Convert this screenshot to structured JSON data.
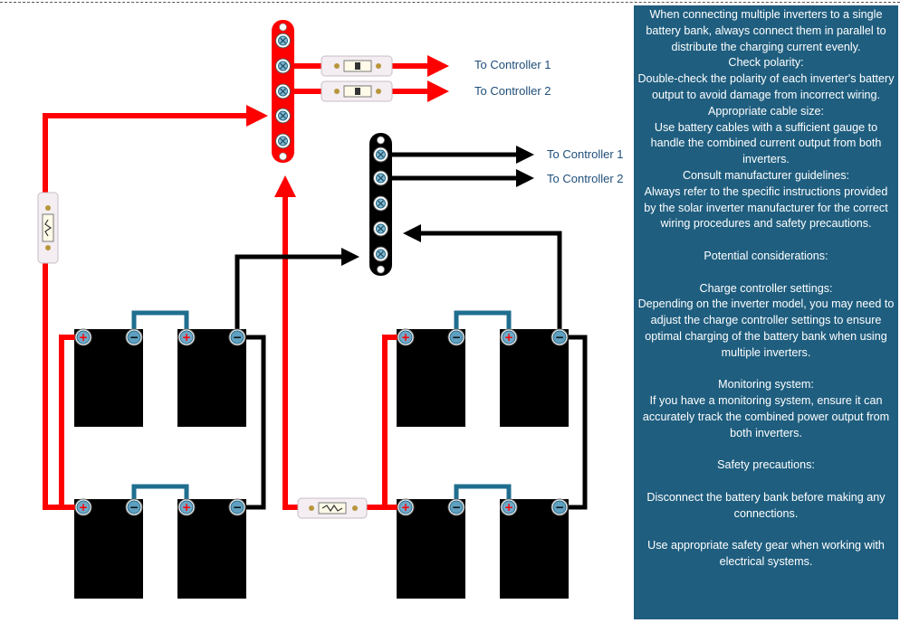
{
  "colors": {
    "positive_wire": "#ff0000",
    "negative_wire": "#000000",
    "jumper_wire": "#1f6e8f",
    "battery": "#000000",
    "panel_background": "#1f5e7f",
    "label_text": "#1f4e79"
  },
  "labels": {
    "pos_controller_1": "To Controller 1",
    "pos_controller_2": "To Controller 2",
    "neg_controller_1": "To Controller 1",
    "neg_controller_2": "To Controller 2"
  },
  "info": {
    "intro": "When connecting multiple inverters to a single battery bank, always connect them in parallel to distribute the charging current evenly.",
    "polarity_title": "Check polarity:",
    "polarity_text": "Double-check the polarity of each inverter's battery output to avoid damage from incorrect wiring.",
    "cable_title": "Appropriate cable size:",
    "cable_text": "Use battery cables with a sufficient gauge to handle the combined current output from both inverters.",
    "guidelines_title": "Consult manufacturer guidelines:",
    "guidelines_text": "Always refer to the specific instructions provided by the solar inverter manufacturer for the correct wiring procedures and safety precautions.",
    "considerations_title": "Potential considerations:",
    "charge_title": "Charge controller settings:",
    "charge_text": "Depending on the inverter model, you may need to adjust the charge controller settings to ensure optimal charging of the battery bank when using multiple inverters.",
    "monitoring_title": "Monitoring system:",
    "monitoring_text": "If you have a monitoring system, ensure it can accurately track the combined power output from both inverters.",
    "safety_title": "Safety precautions:",
    "safety_text_1": "Disconnect the battery bank before making any connections.",
    "safety_text_2": "Use appropriate safety gear when working with electrical systems."
  },
  "terminals": {
    "positive_symbol": "+",
    "negative_symbol": "−"
  }
}
